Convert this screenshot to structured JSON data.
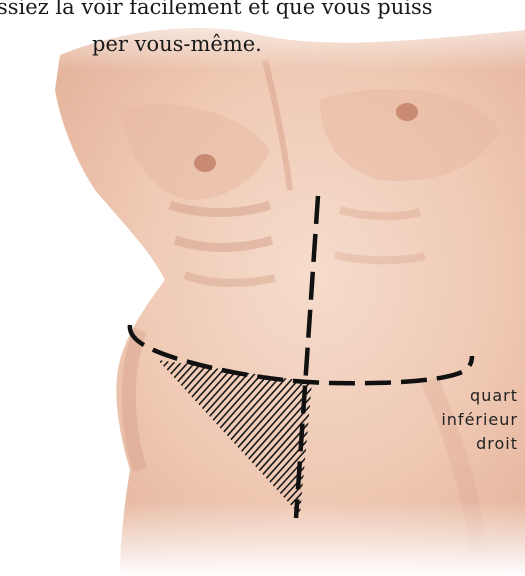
{
  "caption": {
    "line1": "ssiez la voir facilement et que vous puiss",
    "line2": "per vous-même."
  },
  "region_label": {
    "line1": "quart",
    "line2": "inférieur",
    "line3": "droit"
  },
  "colors": {
    "skin_light": "#f4d6c4",
    "skin_mid": "#e6b49b",
    "skin_shadow": "#c98f76",
    "marker_lines": "#111111"
  },
  "icons": {
    "torso": "torso-illustration",
    "hatch": "hatched-region"
  }
}
